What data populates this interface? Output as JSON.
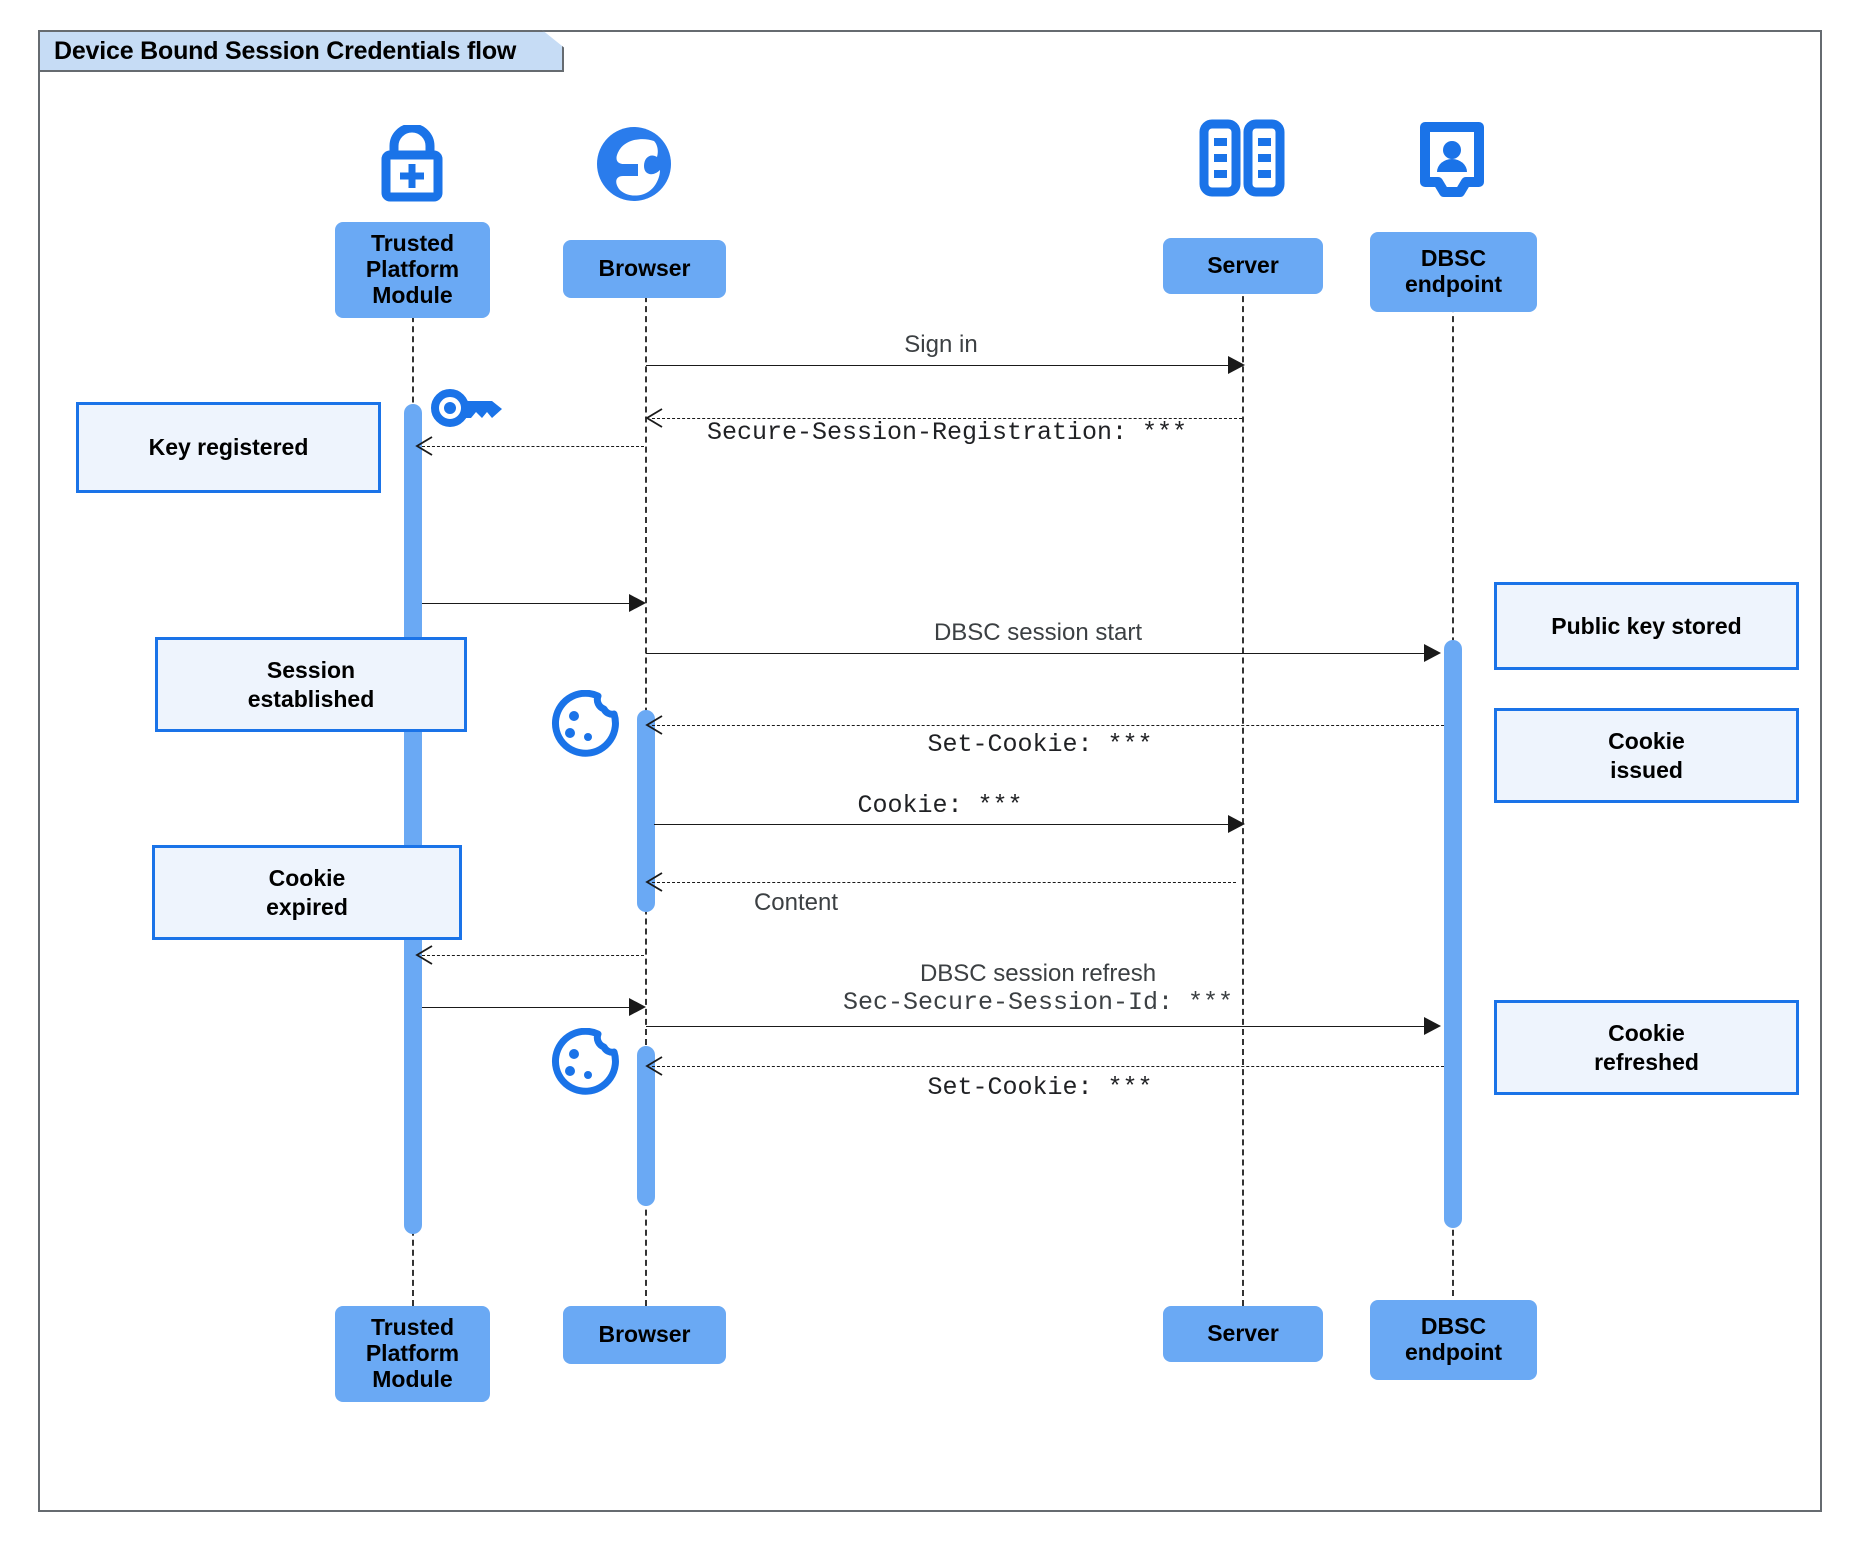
{
  "diagram": {
    "title": "Device Bound Session Credentials flow",
    "type": "uml-sequence-diagram",
    "colors": {
      "participant_fill": "#6aa9f4",
      "note_fill": "#eef4fd",
      "note_border": "#1a73e8",
      "icon_blue": "#1a73e8",
      "frame_border": "#666b70",
      "title_tab_fill": "#c6dcf5",
      "lifeline": "#333333",
      "arrow": "#1a1a1a"
    }
  },
  "participants": [
    {
      "id": "tpm",
      "label": "Trusted\nPlatform\nModule",
      "label_line1": "Trusted",
      "label_line2": "Platform",
      "label_line3": "Module",
      "icon": "lock-plus-icon"
    },
    {
      "id": "browser",
      "label": "Browser",
      "icon": "globe-icon"
    },
    {
      "id": "server",
      "label": "Server",
      "icon": "server-rack-icon"
    },
    {
      "id": "dbsc",
      "label": "DBSC\nendpoint",
      "label_line1": "DBSC",
      "label_line2": "endpoint",
      "icon": "id-badge-icon"
    }
  ],
  "messages": [
    {
      "id": "m1",
      "from": "browser",
      "to": "server",
      "label": "Sign in",
      "style": "solid",
      "font": "sans"
    },
    {
      "id": "m2",
      "from": "server",
      "to": "browser",
      "label": "Secure-Session-Registration: ***",
      "style": "dashed",
      "font": "mono"
    },
    {
      "id": "m3",
      "from": "browser",
      "to": "tpm",
      "label": "",
      "style": "dashed",
      "font": "sans"
    },
    {
      "id": "m4",
      "from": "tpm",
      "to": "browser",
      "label": "",
      "style": "solid",
      "font": "sans"
    },
    {
      "id": "m5",
      "from": "browser",
      "to": "dbsc",
      "label": "DBSC session start",
      "style": "solid",
      "font": "sans"
    },
    {
      "id": "m6",
      "from": "dbsc",
      "to": "browser",
      "label": "Set-Cookie: ***",
      "style": "dashed",
      "font": "mono"
    },
    {
      "id": "m7",
      "from": "browser",
      "to": "server",
      "label": "Cookie: ***",
      "style": "solid",
      "font": "mono"
    },
    {
      "id": "m8",
      "from": "server",
      "to": "browser",
      "label": "Content",
      "style": "dashed",
      "font": "sans"
    },
    {
      "id": "m9",
      "from": "browser",
      "to": "tpm",
      "label": "",
      "style": "dashed",
      "font": "sans"
    },
    {
      "id": "m10",
      "from": "tpm",
      "to": "browser",
      "label": "",
      "style": "solid",
      "font": "sans"
    },
    {
      "id": "m11",
      "from": "browser",
      "to": "dbsc",
      "label_line1": "DBSC session refresh",
      "label_line2": "Sec-Secure-Session-Id: ***",
      "style": "solid",
      "font": "mixed"
    },
    {
      "id": "m12",
      "from": "dbsc",
      "to": "browser",
      "label": "Set-Cookie: ***",
      "style": "dashed",
      "font": "mono"
    }
  ],
  "notes": [
    {
      "id": "n1",
      "text": "Key registered",
      "line1": "Key registered",
      "line2": "",
      "attached_to": "tpm"
    },
    {
      "id": "n2",
      "text": "Session established",
      "line1": "Session",
      "line2": "established",
      "attached_to": "tpm"
    },
    {
      "id": "n3",
      "text": "Cookie expired",
      "line1": "Cookie",
      "line2": "expired",
      "attached_to": "tpm"
    },
    {
      "id": "n4",
      "text": "Public key stored",
      "line1": "Public key stored",
      "line2": "",
      "attached_to": "dbsc"
    },
    {
      "id": "n5",
      "text": "Cookie issued",
      "line1": "Cookie",
      "line2": "issued",
      "attached_to": "dbsc"
    },
    {
      "id": "n6",
      "text": "Cookie refreshed",
      "line1": "Cookie",
      "line2": "refreshed",
      "attached_to": "dbsc"
    }
  ],
  "side_icons": [
    {
      "id": "key1",
      "name": "key-icon",
      "near": "tpm"
    },
    {
      "id": "cookie1",
      "name": "cookie-icon",
      "near": "browser"
    },
    {
      "id": "cookie2",
      "name": "cookie-icon",
      "near": "browser"
    }
  ]
}
